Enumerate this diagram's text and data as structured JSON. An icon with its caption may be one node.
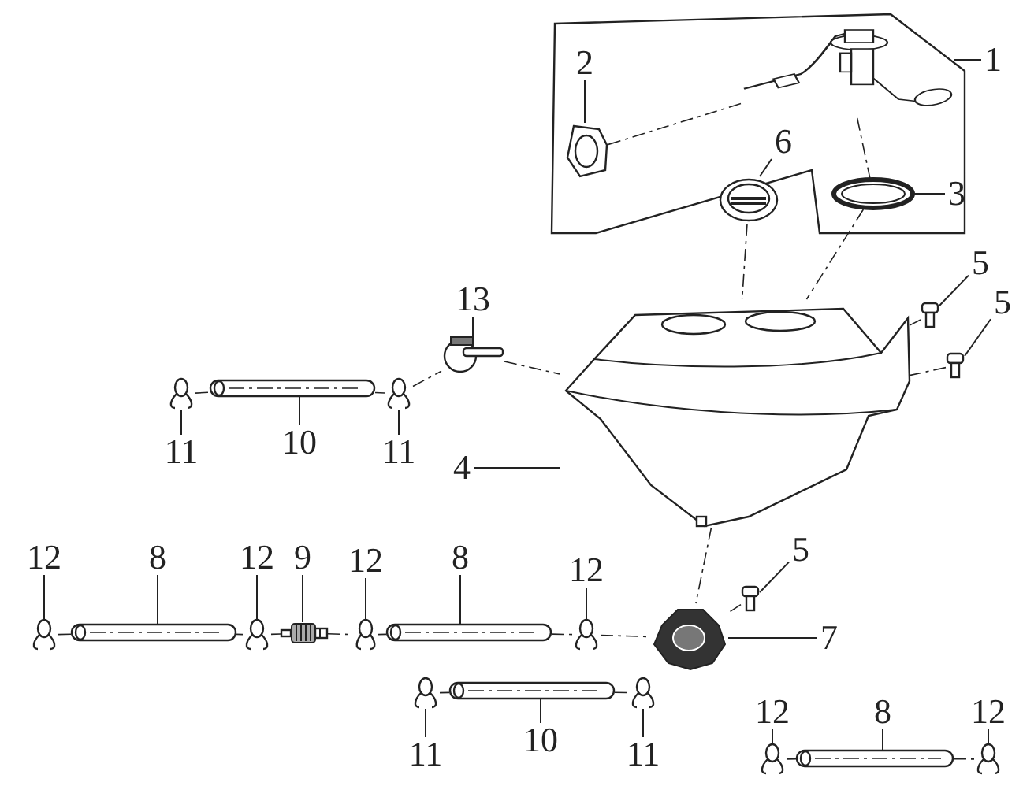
{
  "diagram": {
    "nodes": [
      {
        "text": [
          "1"
        ]
      },
      {
        "text": [],
        "shape": "picture"
      },
      {
        "text": [
          "2"
        ]
      },
      {
        "text": [],
        "shape": "picture"
      },
      {
        "text": [
          "6"
        ]
      },
      {
        "text": [],
        "shape": "picture"
      },
      {
        "text": [
          "3"
        ]
      },
      {
        "text": [],
        "shape": "picture"
      },
      {
        "text": [
          "13"
        ]
      },
      {
        "text": [],
        "shape": "picture"
      },
      {
        "text": [
          "5"
        ]
      },
      {
        "text": [],
        "shape": "picture"
      },
      {
        "text": [
          "5"
        ]
      },
      {
        "text": [],
        "shape": "picture"
      },
      {
        "text": [
          "10"
        ]
      },
      {
        "text": [],
        "shape": "picture"
      },
      {
        "text": [
          "11"
        ]
      },
      {
        "text": [],
        "shape": "picture"
      },
      {
        "text": [
          "11"
        ]
      },
      {
        "text": [],
        "shape": "picture"
      },
      {
        "text": [
          "4"
        ]
      },
      {
        "text": [],
        "shape": "picture"
      },
      {
        "text": [
          "12"
        ]
      },
      {
        "text": [],
        "shape": "picture"
      },
      {
        "text": [
          "8"
        ]
      },
      {
        "text": [],
        "shape": "picture"
      },
      {
        "text": [
          "12"
        ]
      },
      {
        "text": [],
        "shape": "picture"
      },
      {
        "text": [
          "9"
        ]
      },
      {
        "text": [],
        "shape": "picture"
      },
      {
        "text": [
          "12"
        ]
      },
      {
        "text": [],
        "shape": "picture"
      },
      {
        "text": [
          "8"
        ]
      },
      {
        "text": [],
        "shape": "picture"
      },
      {
        "text": [
          "12"
        ]
      },
      {
        "text": [],
        "shape": "picture"
      },
      {
        "text": [
          "5"
        ]
      },
      {
        "text": [],
        "shape": "picture"
      },
      {
        "text": [
          "7"
        ]
      },
      {
        "text": [],
        "shape": "picture"
      },
      {
        "text": [
          "12"
        ]
      },
      {
        "text": [],
        "shape": "picture"
      },
      {
        "text": [
          "8"
        ]
      },
      {
        "text": [],
        "shape": "picture"
      },
      {
        "text": [
          "12"
        ]
      },
      {
        "text": [],
        "shape": "picture"
      },
      {
        "text": [
          "11"
        ]
      },
      {
        "text": [],
        "shape": "picture"
      },
      {
        "text": [
          "10"
        ]
      },
      {
        "text": [],
        "shape": "picture"
      },
      {
        "text": [
          "11"
        ]
      },
      {
        "text": [],
        "shape": "picture"
      }
    ],
    "edges": [
      {
        "from": 0,
        "to": 1,
        "arrow": "none"
      },
      {
        "from": 2,
        "to": 3,
        "arrow": "none"
      },
      {
        "from": 4,
        "to": 5,
        "arrow": "none"
      },
      {
        "from": 6,
        "to": 7,
        "arrow": "none"
      },
      {
        "from": 8,
        "to": 9,
        "arrow": "none"
      },
      {
        "from": 10,
        "to": 11,
        "arrow": "none"
      },
      {
        "from": 12,
        "to": 13,
        "arrow": "none"
      },
      {
        "from": 14,
        "to": 15,
        "arrow": "none"
      },
      {
        "from": 16,
        "to": 17,
        "arrow": "none"
      },
      {
        "from": 18,
        "to": 19,
        "arrow": "none"
      },
      {
        "from": 20,
        "to": 21,
        "arrow": "none"
      },
      {
        "from": 22,
        "to": 23,
        "arrow": "none"
      },
      {
        "from": 24,
        "to": 25,
        "arrow": "none"
      },
      {
        "from": 26,
        "to": 27,
        "arrow": "none"
      },
      {
        "from": 28,
        "to": 29,
        "arrow": "none"
      },
      {
        "from": 30,
        "to": 31,
        "arrow": "none"
      },
      {
        "from": 32,
        "to": 33,
        "arrow": "none"
      },
      {
        "from": 34,
        "to": 35,
        "arrow": "none"
      },
      {
        "from": 36,
        "to": 37,
        "arrow": "none"
      },
      {
        "from": 38,
        "to": 39,
        "arrow": "none"
      },
      {
        "from": 40,
        "to": 41,
        "arrow": "none"
      },
      {
        "from": 42,
        "to": 43,
        "arrow": "none"
      },
      {
        "from": 44,
        "to": 45,
        "arrow": "none"
      },
      {
        "from": 46,
        "to": 47,
        "arrow": "none"
      },
      {
        "from": 48,
        "to": 49,
        "arrow": "none"
      },
      {
        "from": 50,
        "to": 51,
        "arrow": "none"
      },
      {
        "from": 3,
        "to": 1,
        "arrow": "none",
        "style": "dashed"
      },
      {
        "from": 1,
        "to": 7,
        "arrow": "none",
        "style": "dashed"
      },
      {
        "from": 7,
        "to": 21,
        "arrow": "none",
        "style": "dashed"
      },
      {
        "from": 5,
        "to": 21,
        "arrow": "none",
        "style": "dashed"
      },
      {
        "from": 11,
        "to": 21,
        "arrow": "none",
        "style": "dashed"
      },
      {
        "from": 13,
        "to": 21,
        "arrow": "none",
        "style": "dashed"
      },
      {
        "from": 17,
        "to": 15,
        "arrow": "none",
        "style": "dashed"
      },
      {
        "from": 15,
        "to": 19,
        "arrow": "none",
        "style": "dashed"
      },
      {
        "from": 19,
        "to": 9,
        "arrow": "none",
        "style": "dashed"
      },
      {
        "from": 9,
        "to": 21,
        "arrow": "none",
        "style": "dashed"
      },
      {
        "from": 23,
        "to": 25,
        "arrow": "none",
        "style": "dashed"
      },
      {
        "from": 25,
        "to": 27,
        "arrow": "none",
        "style": "dashed"
      },
      {
        "from": 27,
        "to": 29,
        "arrow": "none",
        "style": "dashed"
      },
      {
        "from": 29,
        "to": 31,
        "arrow": "none",
        "style": "dashed"
      },
      {
        "from": 31,
        "to": 33,
        "arrow": "none",
        "style": "dashed"
      },
      {
        "from": 33,
        "to": 35,
        "arrow": "none",
        "style": "dashed"
      },
      {
        "from": 35,
        "to": 39,
        "arrow": "none",
        "style": "dashed"
      },
      {
        "from": 21,
        "to": 39,
        "arrow": "none",
        "style": "dashed"
      },
      {
        "from": 37,
        "to": 39,
        "arrow": "none",
        "style": "dashed"
      },
      {
        "from": 41,
        "to": 43,
        "arrow": "none",
        "style": "dashed"
      },
      {
        "from": 43,
        "to": 45,
        "arrow": "none",
        "style": "dashed"
      },
      {
        "from": 47,
        "to": 49,
        "arrow": "none",
        "style": "dashed"
      },
      {
        "from": 49,
        "to": 51,
        "arrow": "none",
        "style": "dashed"
      }
    ]
  }
}
